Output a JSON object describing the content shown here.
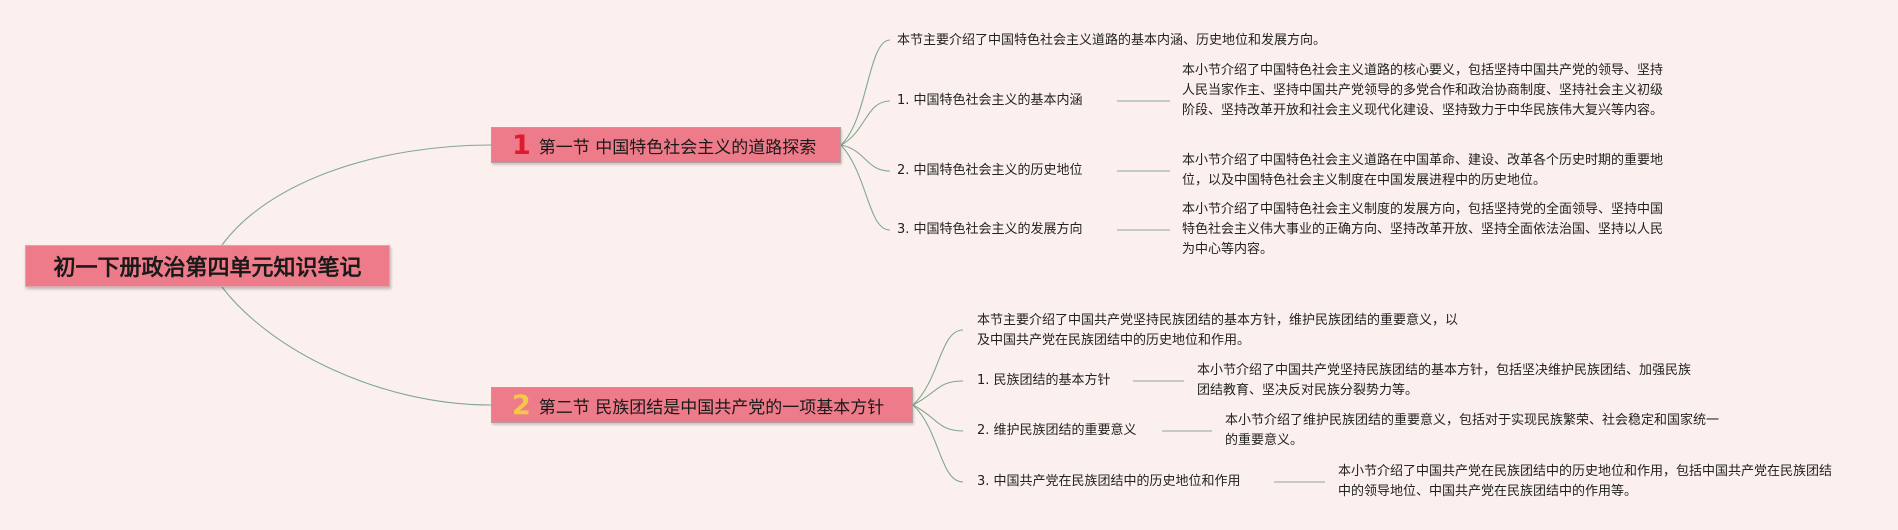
{
  "root": {
    "title": "初一下册政治第四单元知识笔记"
  },
  "sections": [
    {
      "num": "1",
      "title": "第一节 中国特色社会主义的道路探索",
      "summary": "本节主要介绍了中国特色社会主义道路的基本内涵、历史地位和发展方向。",
      "topics": [
        {
          "label": "1. 中国特色社会主义的基本内涵",
          "desc": "本小节介绍了中国特色社会主义道路的核心要义，包括坚持中国共产党的领导、坚持人民当家作主、坚持中国共产党领导的多党合作和政治协商制度、坚持社会主义初级阶段、坚持改革开放和社会主义现代化建设、坚持致力于中华民族伟大复兴等内容。"
        },
        {
          "label": "2. 中国特色社会主义的历史地位",
          "desc": "本小节介绍了中国特色社会主义道路在中国革命、建设、改革各个历史时期的重要地位，以及中国特色社会主义制度在中国发展进程中的历史地位。"
        },
        {
          "label": "3. 中国特色社会主义的发展方向",
          "desc": "本小节介绍了中国特色社会主义制度的发展方向，包括坚持党的全面领导、坚持中国特色社会主义伟大事业的正确方向、坚持改革开放、坚持全面依法治国、坚持以人民为中心等内容。"
        }
      ]
    },
    {
      "num": "2",
      "title": "第二节 民族团结是中国共产党的一项基本方针",
      "summary": "本节主要介绍了中国共产党坚持民族团结的基本方针，维护民族团结的重要意义，以及中国共产党在民族团结中的历史地位和作用。",
      "topics": [
        {
          "label": "1. 民族团结的基本方针",
          "desc": "本小节介绍了中国共产党坚持民族团结的基本方针，包括坚决维护民族团结、加强民族团结教育、坚决反对民族分裂势力等。"
        },
        {
          "label": "2. 维护民族团结的重要意义",
          "desc": "本小节介绍了维护民族团结的重要意义，包括对于实现民族繁荣、社会稳定和国家统一的重要意义。"
        },
        {
          "label": "3. 中国共产党在民族团结中的历史地位和作用",
          "desc": "本小节介绍了中国共产党在民族团结中的历史地位和作用，包括中国共产党在民族团结中的领导地位、中国共产党在民族团结中的作用等。"
        }
      ]
    }
  ]
}
